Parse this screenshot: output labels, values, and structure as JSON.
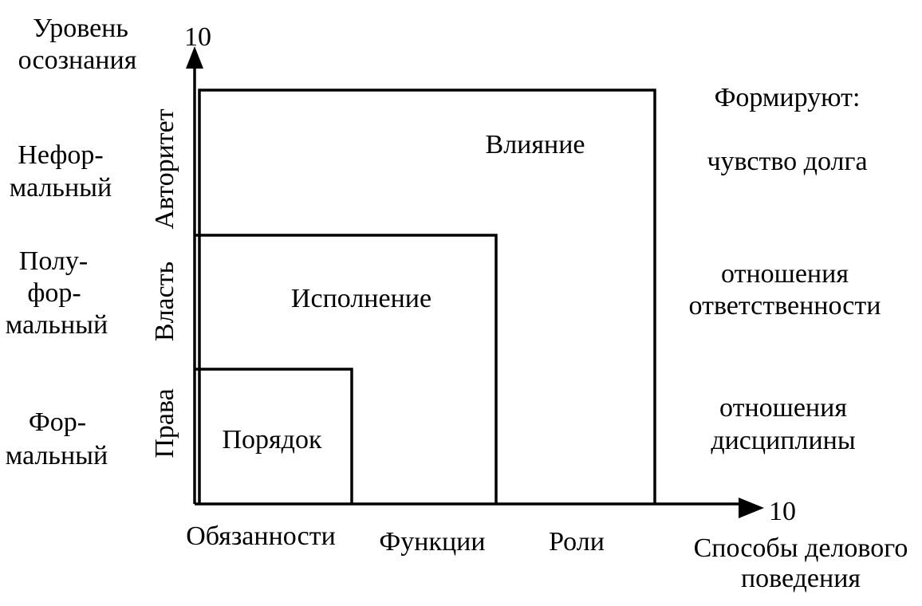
{
  "y_axis": {
    "title_lines": [
      "Уровень",
      "осознания"
    ],
    "max_label": "10",
    "levels": [
      {
        "name_lines": [
          "Нефор-",
          "мальный"
        ],
        "rotated_label": "Авторитет"
      },
      {
        "name_lines": [
          "Полу-",
          "фор-",
          "мальный"
        ],
        "rotated_label": "Власть"
      },
      {
        "name_lines": [
          "Фор-",
          "мальный"
        ],
        "rotated_label": "Права"
      }
    ]
  },
  "x_axis": {
    "max_label": "10",
    "title_lines": [
      "Способы делового",
      "поведения"
    ],
    "categories": [
      "Обязанности",
      "Функции",
      "Роли"
    ]
  },
  "boxes": [
    {
      "label": "Влияние"
    },
    {
      "label": "Исполнение"
    },
    {
      "label": "Порядок"
    }
  ],
  "right_column": {
    "title": "Формируют:",
    "items": [
      [
        "чувство долга"
      ],
      [
        "отношения",
        "ответственности"
      ],
      [
        "отношения",
        "дисциплины"
      ]
    ]
  },
  "colors": {
    "ink": "#000000",
    "paper": "#ffffff"
  }
}
